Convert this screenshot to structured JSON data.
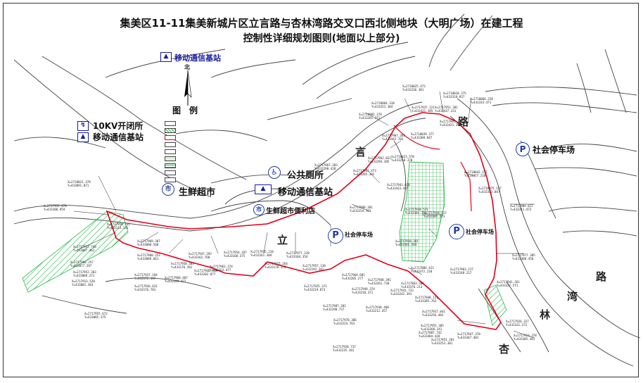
{
  "title_line1": "集美区11-11集美新城片区立言路与杏林湾路交叉口西北侧地块（大明广场）在建工程",
  "title_line2": "控制性详细规划图则(地面以上部分)",
  "north_label": "北",
  "legend_title": "图　例",
  "legend_items": [
    "",
    "",
    "",
    "",
    "",
    "",
    "",
    "",
    ""
  ],
  "facilities": {
    "telecom_top": "移动通信基站",
    "switch_station": "10KV开闭所",
    "telecom_legend": "移动通信基站",
    "toilet": "公共厕所",
    "telecom_center": "移动通信基站",
    "fresh_market": "生鲜超市",
    "fresh_store": "生鲜超市便利店",
    "parking_public": "社会停车场",
    "parking_a": "社会停车场",
    "parking_b": "社会停车场"
  },
  "icons": {
    "telecom": "antenna-icon",
    "switch": "switch-station-icon",
    "toilet": "toilet-icon",
    "market": "market-icon",
    "parking": "parking-icon",
    "north": "north-arrow-icon"
  },
  "roads": [
    "立",
    "言",
    "路",
    "湾",
    "林",
    "杏",
    "路",
    "言"
  ],
  "colors": {
    "boundary": "#e0001a",
    "green_hatch": "#29b84a",
    "text_blue": "#1a1aa0",
    "road_line": "#444444"
  },
  "coords": [
    {
      "x": "X=2717952.678",
      "y": "Y=433100.954"
    },
    {
      "x": "X=2718021.379",
      "y": "Y=433091.071"
    },
    {
      "x": "X=2717958.131",
      "y": "Y=433113.131"
    },
    {
      "x": "X=2717957.748",
      "y": "Y=433097.462"
    },
    {
      "x": "X=2717980.257",
      "y": "Y=433077.297"
    },
    {
      "x": "X=2717952.283",
      "y": "Y=433089.271"
    },
    {
      "x": "X=2717913.528",
      "y": "Y=433081.383"
    },
    {
      "x": "X=2717955.672",
      "y": "Y=433085.375"
    },
    {
      "x": "X=2717969.387",
      "y": "Y=433090.568"
    },
    {
      "x": "X=2717960.253",
      "y": "Y=433089.661"
    },
    {
      "x": "X=2717937.194",
      "y": "Y=433172.197"
    },
    {
      "x": "X=2717926.631",
      "y": "Y=433176.781"
    },
    {
      "x": "X=2717958.303",
      "y": "Y=433176.281"
    },
    {
      "x": "X=2717960.487",
      "y": "Y=433149.427"
    },
    {
      "x": "X=2717947.293",
      "y": "Y=433162.768"
    },
    {
      "x": "X=2717948.318",
      "y": "Y=433202.877"
    },
    {
      "x": "X=2717954.187",
      "y": "Y=433168.375"
    },
    {
      "x": "X=2717963.374",
      "y": "Y=433163.477"
    },
    {
      "x": "X=2717935.218",
      "y": "Y=433161.384"
    },
    {
      "x": "X=2717915.264",
      "y": "Y=433178.378"
    },
    {
      "x": "X=2717977.128",
      "y": "Y=433184.354"
    },
    {
      "x": "X=2717957.138",
      "y": "Y=433193.281"
    },
    {
      "x": "X=2717964.681",
      "y": "Y=433205.277"
    },
    {
      "x": "X=2717925.371",
      "y": "Y=433219.873"
    },
    {
      "x": "X=2717987.281",
      "y": "Y=433198.737"
    },
    {
      "x": "X=2717970.386",
      "y": "Y=433224.763"
    },
    {
      "x": "X=2717949.374",
      "y": "Y=433210.371"
    },
    {
      "x": "X=2717928.737",
      "y": "Y=433235.181"
    },
    {
      "x": "X=2717938.468",
      "y": "Y=433212.457"
    },
    {
      "x": "X=2717941.733",
      "y": "Y=433242.391"
    },
    {
      "x": "X=2717927.841",
      "y": "Y=433256.483"
    },
    {
      "x": "X=2717963.217",
      "y": "Y=433248.217"
    },
    {
      "x": "X=2717955.385",
      "y": "Y=433266.241"
    },
    {
      "x": "X=2717951.281",
      "y": "Y=433253.381"
    },
    {
      "x": "X=2717948.391",
      "y": "Y=433261.738"
    },
    {
      "x": "X=2717990.381",
      "y": "Y=433254.783"
    },
    {
      "x": "X=2717967.283",
      "y": "Y=433290.428"
    },
    {
      "x": "X=2717953.473",
      "y": "Y=433285.392"
    },
    {
      "x": "X=2717962.821",
      "y": "Y=433294.385"
    },
    {
      "x": "X=2718023.578",
      "y": "Y=433250.378"
    },
    {
      "x": "X=2718082.278",
      "y": "Y=433281.371"
    },
    {
      "x": "X=2718064.318",
      "y": "Y=433253.384"
    },
    {
      "x": "X=2718025.473",
      "y": "Y=433236.381"
    },
    {
      "x": "X=2718039.377",
      "y": "Y=433309.847"
    },
    {
      "x": "X=2718018.275",
      "y": "Y=433318.837"
    },
    {
      "x": "X=2718066.228",
      "y": "Y=433333.471"
    },
    {
      "x": "X=2718042.217",
      "y": "Y=433357.218"
    },
    {
      "x": "X=2718075.137",
      "y": "Y=433352.847"
    },
    {
      "x": "X=2717984.817",
      "y": "Y=433311.473"
    },
    {
      "x": "X=2717977.385",
      "y": "Y=433308.458"
    },
    {
      "x": "X=2717941.261",
      "y": "Y=433327.571"
    },
    {
      "x": "X=2717926.327",
      "y": "Y=433331.272"
    },
    {
      "x": "X=2717947.378",
      "y": "Y=433367.481"
    },
    {
      "x": "X=2717913.378",
      "y": "Y=433385.381"
    },
    {
      "x": "X=2717930.521",
      "y": "Y=433384.354"
    },
    {
      "x": "X=2717918.527",
      "y": "Y=433385.373"
    },
    {
      "x": "X=2717918.381",
      "y": "Y=433381.584"
    },
    {
      "x": "X=2717884.421",
      "y": "Y=433372.218"
    },
    {
      "x": "X=2717863.381",
      "y": "Y=433376.213"
    },
    {
      "x": "X=2717848.131",
      "y": "Y=433385.763"
    },
    {
      "x": "X=2717887.742",
      "y": "Y=433404.428"
    },
    {
      "x": "X=2717891.181",
      "y": "Y=433421.397"
    },
    {
      "x": "X=2717907.281",
      "y": "Y=433442.783"
    },
    {
      "x": "X=2717937.221",
      "y": "Y=433421.385"
    },
    {
      "x": "X=2717952.381",
      "y": "Y=433437.231"
    },
    {
      "x": "X=2717941.818",
      "y": "Y=433433.437"
    }
  ]
}
